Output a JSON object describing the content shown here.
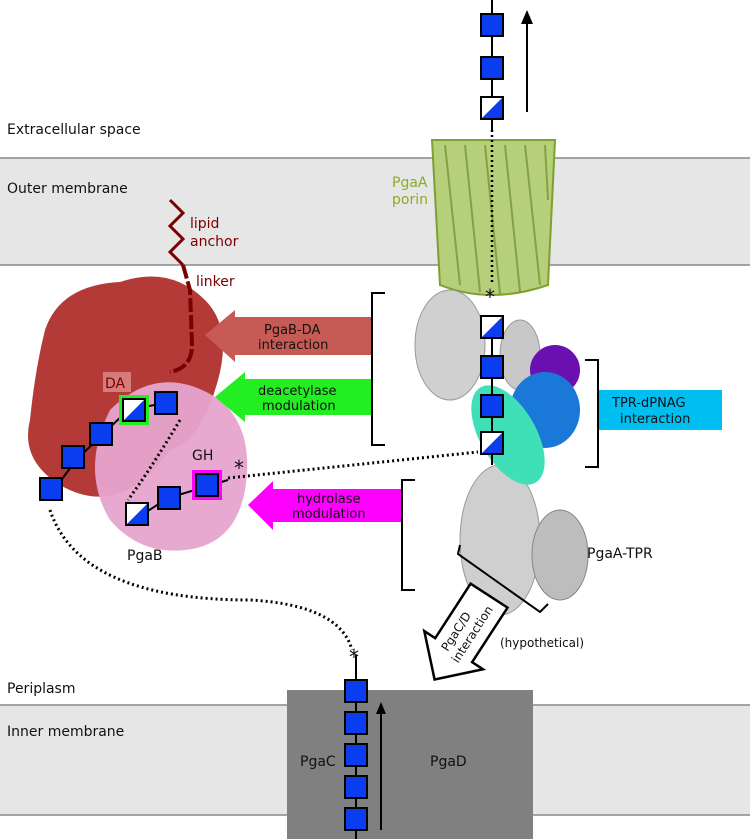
{
  "regions": {
    "extracellular": "Extracellular space",
    "outer_membrane": "Outer membrane",
    "periplasm": "Periplasm",
    "inner_membrane": "Inner membrane"
  },
  "proteins": {
    "porin_line1": "PgaA",
    "porin_line2": "porin",
    "pgab": "PgaB",
    "pgaa_tpr": "PgaA-TPR",
    "pgac": "PgaC",
    "pgad": "PgaD",
    "da": "DA",
    "gh": "GH"
  },
  "annotations": {
    "lipid_line1": "lipid",
    "lipid_line2": "anchor",
    "linker": "linker",
    "hypothetical": "(hypothetical)",
    "asterisk": "*"
  },
  "arrows": {
    "pgab_da_line1": "PgaB-DA",
    "pgab_da_line2": "interaction",
    "deacetylase_line1": "deacetylase",
    "deacetylase_line2": "modulation",
    "hydrolase_line1": "hydrolase",
    "hydrolase_line2": "modulation",
    "tpr_line1": "TPR-dPNAG",
    "tpr_line2": "interaction",
    "pgacd_line1": "PgaC/D",
    "pgacd_line2": "interaction"
  },
  "colors": {
    "membrane": "#e6e6e6",
    "pgab_da": "#c85a55",
    "deacetylase": "#22ee22",
    "hydrolase": "#ff00ff",
    "tpr": "#00bff0",
    "sugar": "#0a3cf0",
    "porin": "#9fbf50",
    "lipid": "#7a0000"
  }
}
